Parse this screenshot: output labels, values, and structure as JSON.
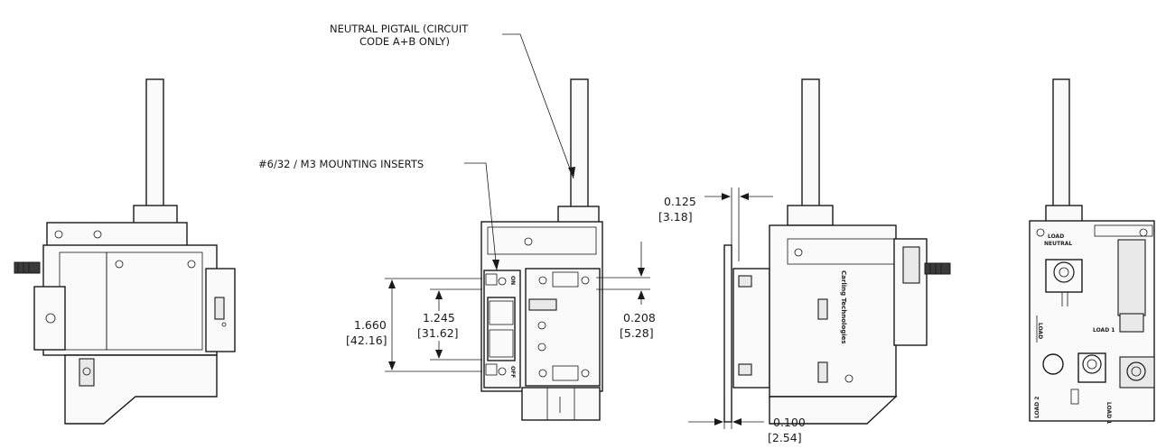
{
  "callouts": {
    "neutral_pigtail_line1": "NEUTRAL PIGTAIL (CIRCUIT",
    "neutral_pigtail_line2": "CODE A+B ONLY)",
    "mounting_inserts": "#6/32 / M3 MOUNTING INSERTS"
  },
  "dimensions": {
    "d1660_in": "1.660",
    "d1660_mm": "[42.16]",
    "d1245_in": "1.245",
    "d1245_mm": "[31.62]",
    "d0208_in": "0.208",
    "d0208_mm": "[5.28]",
    "d0125_in": "0.125",
    "d0125_mm": "[3.18]",
    "d0100_in": "0.100",
    "d0100_mm": "[2.54]"
  },
  "part_markings": {
    "on": "ON",
    "off": "OFF",
    "brand": "Carling Technologies",
    "load_neutral_1": "LOAD",
    "load_neutral_2": "NEUTRAL",
    "load_1": "LOAD 1",
    "load_2": "LOAD 2",
    "load_small": "LOAD"
  },
  "views": [
    "left-side-view",
    "front-view",
    "right-side-view",
    "rear-view"
  ]
}
